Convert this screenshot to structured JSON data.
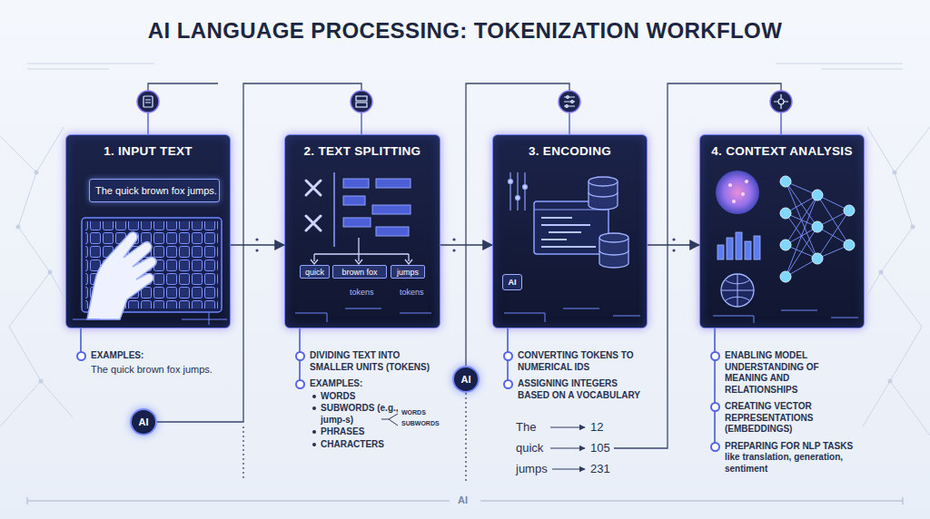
{
  "diagram": {
    "title": "AI LANGUAGE PROCESSING: TOKENIZATION WORKFLOW",
    "nodes": [
      {
        "text": [
          "1. INPUT TEXT",
          "EXAMPLES:",
          "The quick brown fox jumps."
        ]
      },
      {
        "text": [
          "The quick brown fox jumps."
        ],
        "in": 0
      },
      {
        "text": [
          "AI"
        ]
      },
      {
        "text": [
          "2. TEXT SPLITTING",
          "DIVIDING TEXT INTO SMALLER UNITS (TOKENS)",
          "EXAMPLES:",
          "WORDS",
          "SUBWORDS (e.g., jump-s)",
          "PHRASES",
          "CHARACTERS"
        ]
      },
      {
        "text": [
          "quick"
        ],
        "in": 3
      },
      {
        "text": [
          "brown fox"
        ],
        "in": 3
      },
      {
        "text": [
          "jumps"
        ],
        "in": 3
      },
      {
        "text": [
          "AI"
        ]
      },
      {
        "text": [
          "3. ENCODING",
          "CONVERTING TOKENS TO NUMERICAL IDS",
          "ASSIGNING INTEGERS BASED ON A VOCABULARY"
        ]
      },
      {
        "text": [
          "AI"
        ],
        "in": 8
      },
      {
        "text": [
          "4. CONTEXT ANALYSIS",
          "ENABLING MODEL UNDERSTANDING OF MEANING AND RELATIONSHIPS",
          "CREATING VECTOR REPRESENTATIONS (EMBEDDINGS)",
          "PREPARING FOR NLP TASKS like translation, generation, sentiment"
        ]
      }
    ],
    "edges": [
      {
        "from": 0,
        "to": 3,
        "arrow": "to"
      },
      {
        "from": 3,
        "to": 8,
        "arrow": "to"
      },
      {
        "from": 8,
        "to": 10,
        "arrow": "to"
      }
    ],
    "labels": [
      "tokens",
      "tokens",
      "WORDS",
      "SUBWORDS",
      "The",
      "12",
      "quick",
      "105",
      "jumps",
      "231",
      "AI"
    ]
  }
}
